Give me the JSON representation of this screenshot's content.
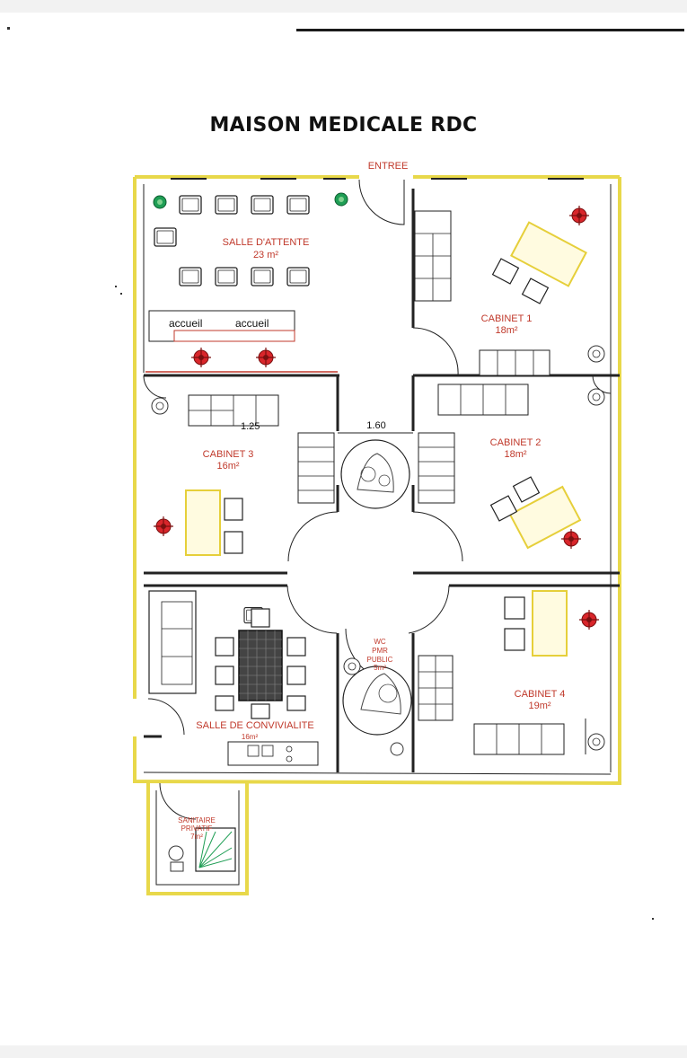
{
  "title": "MAISON MEDICALE   RDC",
  "entrance": "ENTREE",
  "dimension_corridor": "1.60",
  "dimension_cabinet3": "1.25",
  "reception": [
    "accueil",
    "accueil"
  ],
  "rooms": {
    "salle_attente": {
      "name": "SALLE D'ATTENTE",
      "area": "23 m²"
    },
    "cabinet1": {
      "name": "CABINET 1",
      "area": "18m²"
    },
    "cabinet2": {
      "name": "CABINET 2",
      "area": "18m²"
    },
    "cabinet3": {
      "name": "CABINET 3",
      "area": "16m²"
    },
    "cabinet4": {
      "name": "CABINET 4",
      "area": "19m²"
    },
    "convivialite": {
      "name": "SALLE DE CONVIVIALITE",
      "area": "16m²"
    },
    "wc": {
      "line1": "WC",
      "line2": "PMR",
      "line3": "PUBLIC",
      "area": "5m²"
    },
    "sanitaire": {
      "line1": "SANITAIRE",
      "line2": "PRIVATIF",
      "area": "7m²"
    }
  },
  "colors": {
    "outer_wall": "#e8d84a",
    "inner_wall": "#222222",
    "label_red": "#c0392b",
    "chair_red": "#d9262b",
    "desk_yellow": "#e6cf3a",
    "plant_green": "#1f9e55"
  }
}
